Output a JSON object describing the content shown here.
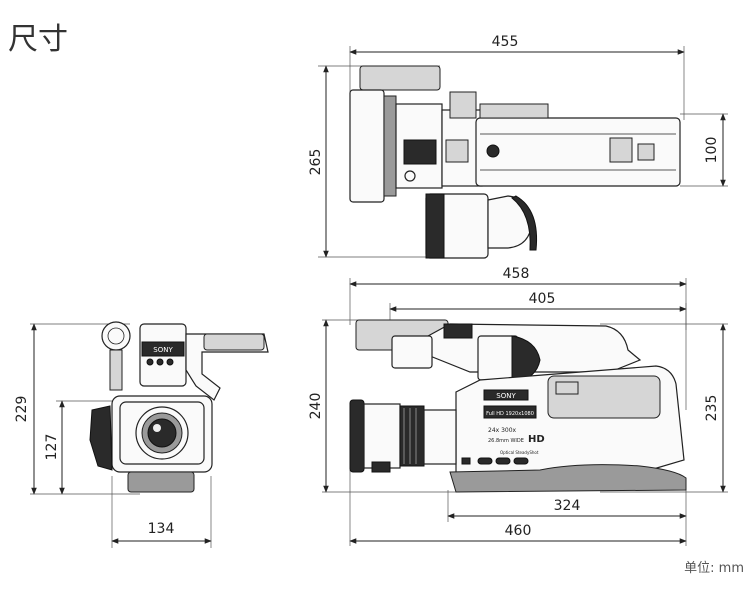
{
  "title": "尺寸",
  "unit_label": "单位: mm",
  "dimensions": {
    "top_width": "455",
    "top_height": "265",
    "top_depth": "100",
    "front_height": "229",
    "front_lens_height": "127",
    "front_width": "134",
    "side_length_total": "458",
    "side_length_body": "405",
    "side_height": "240",
    "side_height_right": "235",
    "side_base": "324",
    "side_bottom_total": "460"
  },
  "camera_labels": {
    "brand": "SONY",
    "hd": "HD",
    "badge_fullhd": "Full HD 1920x1080",
    "zoom_text": "24x 300x",
    "lens_text": "26.8mm WIDE",
    "steady": "Optical SteadyShot"
  },
  "colors": {
    "line": "#222222",
    "body": "#fafafa",
    "dark": "#2a2a2a"
  }
}
